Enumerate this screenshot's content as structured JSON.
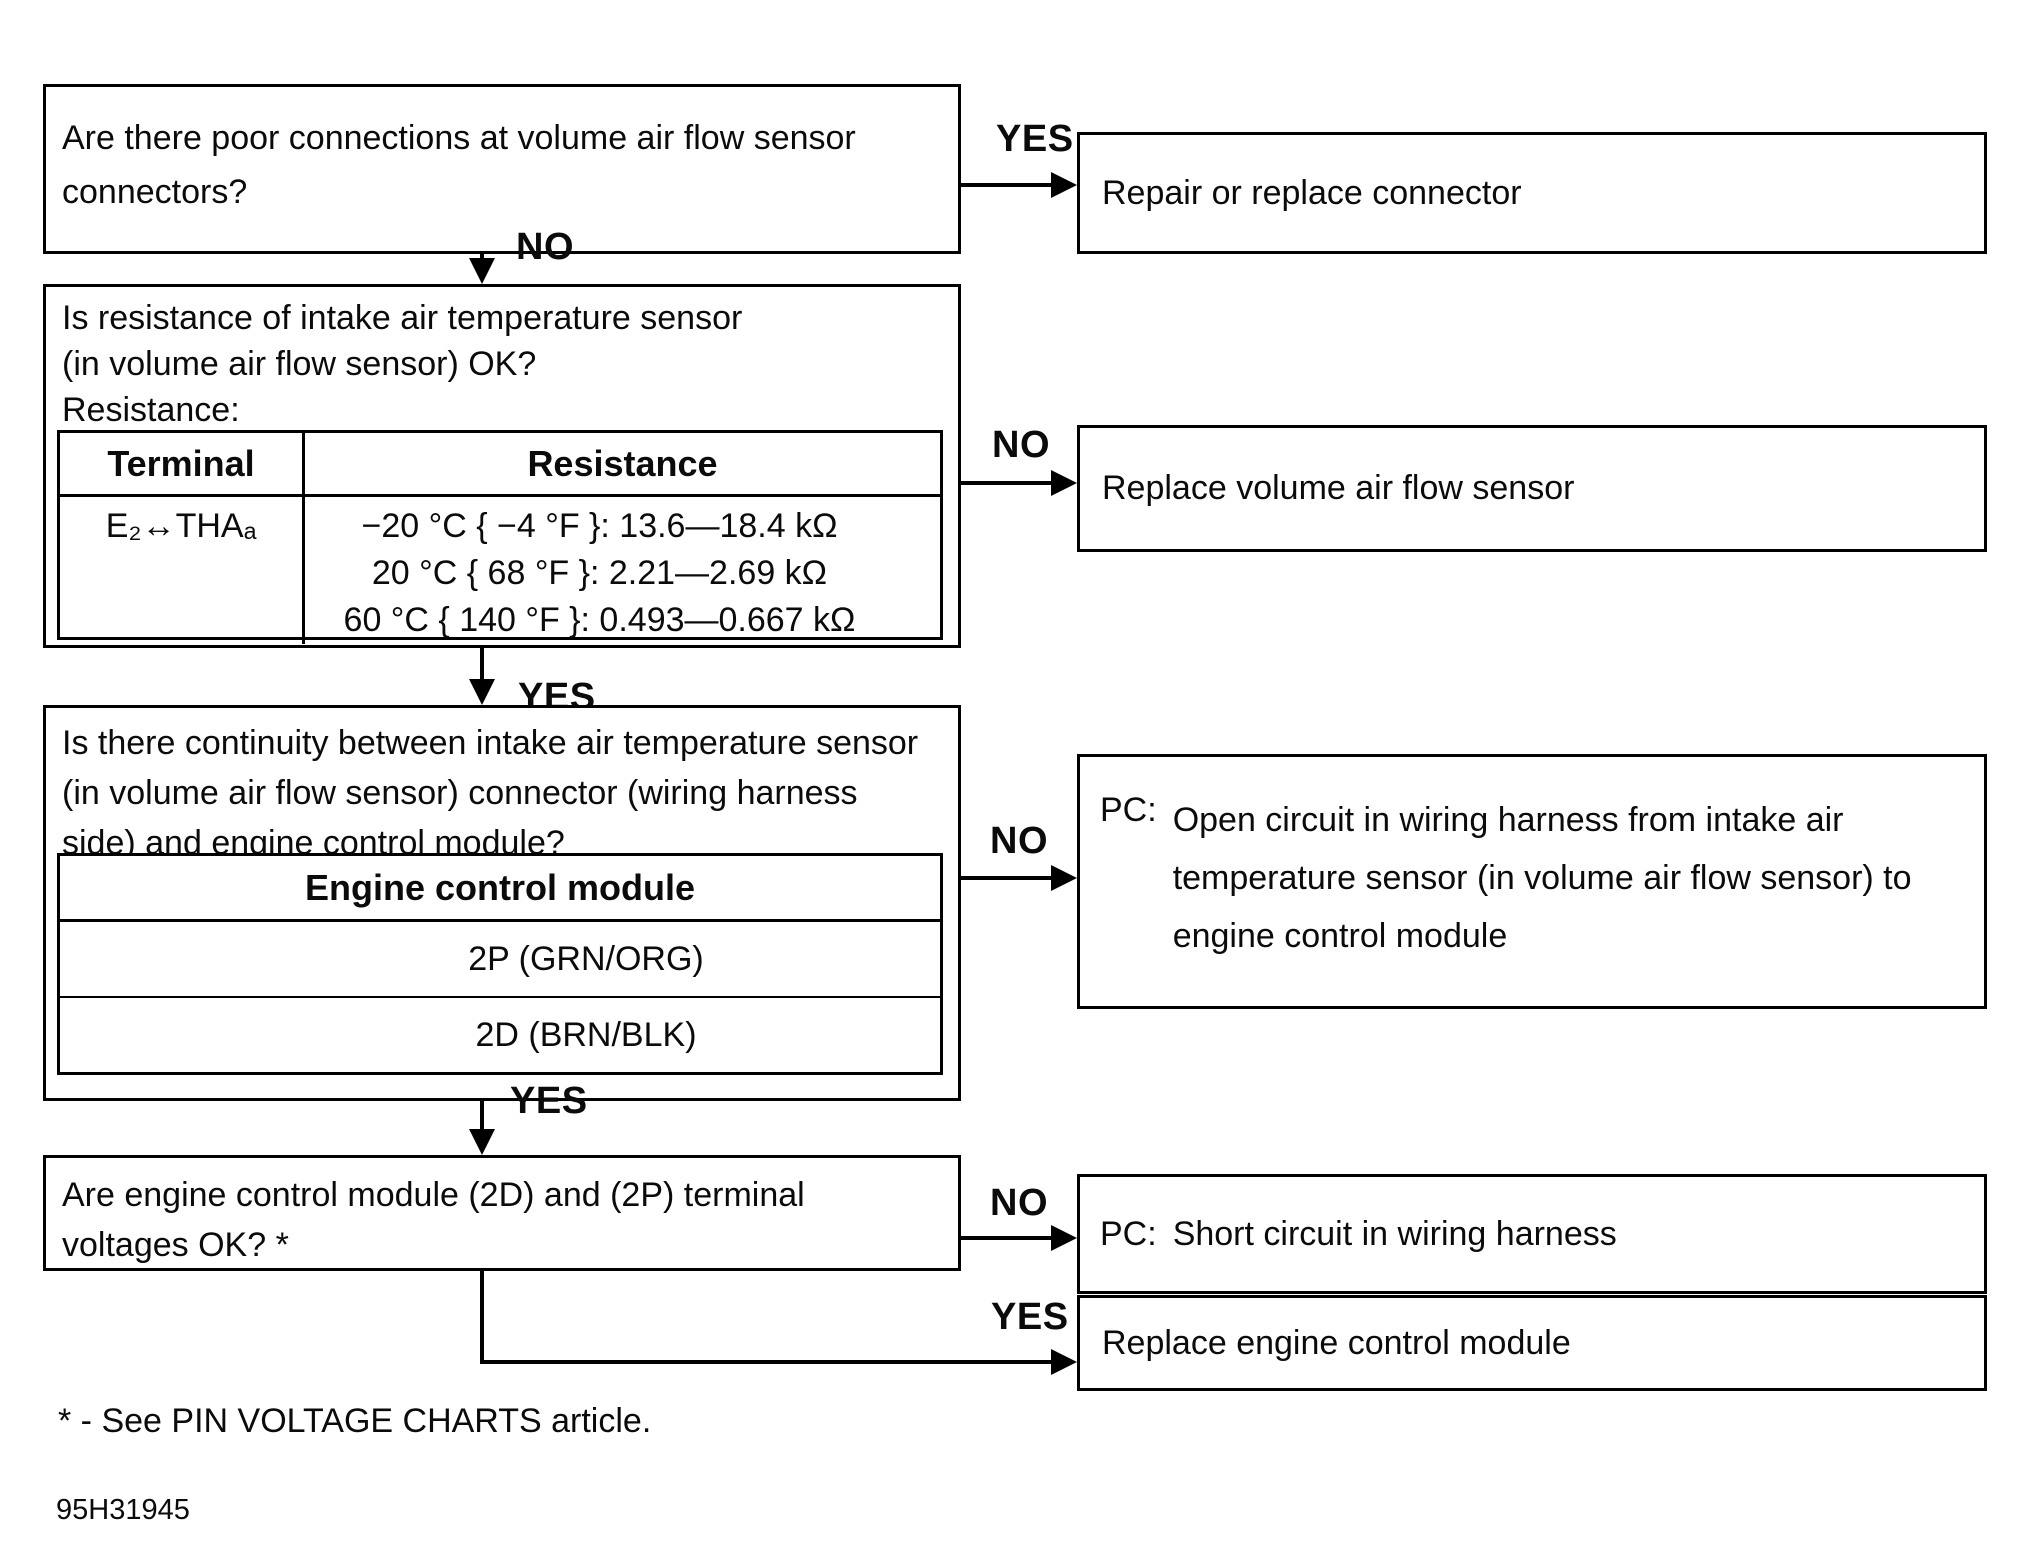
{
  "page": {
    "footnote": "* - See PIN VOLTAGE CHARTS article.",
    "figure_id": "95H31945"
  },
  "labels": {
    "yes": "YES",
    "no": "NO"
  },
  "nodes": {
    "q1": {
      "text": "Are there poor connections at volume air flow sensor\nconnectors?"
    },
    "q2": {
      "text": "Is resistance of intake air temperature sensor\n(in volume air flow sensor) OK?\nResistance:",
      "table": {
        "col1_header": "Terminal",
        "col2_header": "Resistance",
        "terminal": "E₂↔THAₐ",
        "values": [
          "−20 °C { −4 °F }: 13.6—18.4 kΩ",
          "20 °C { 68 °F }: 2.21—2.69 kΩ",
          "60 °C { 140 °F }: 0.493—0.667 kΩ"
        ]
      }
    },
    "q3": {
      "text": "Is there continuity between intake air temperature sensor\n(in volume air flow sensor) connector (wiring harness\nside) and engine control module?",
      "table": {
        "header": "Engine control module",
        "rows": [
          "2P (GRN/ORG)",
          "2D (BRN/BLK)"
        ]
      }
    },
    "q4": {
      "text": "Are engine control module (2D) and (2P) terminal\nvoltages OK? *"
    },
    "a1": {
      "text": "Repair or replace connector"
    },
    "a2": {
      "text": "Replace volume air flow sensor"
    },
    "a3": {
      "prefix": "PC:",
      "text": "Open circuit in wiring harness from intake air\ntemperature sensor (in volume air flow sensor) to\nengine control module"
    },
    "a4": {
      "prefix": "PC:",
      "text": "Short circuit in wiring harness"
    },
    "a5": {
      "text": "Replace engine control module"
    }
  }
}
